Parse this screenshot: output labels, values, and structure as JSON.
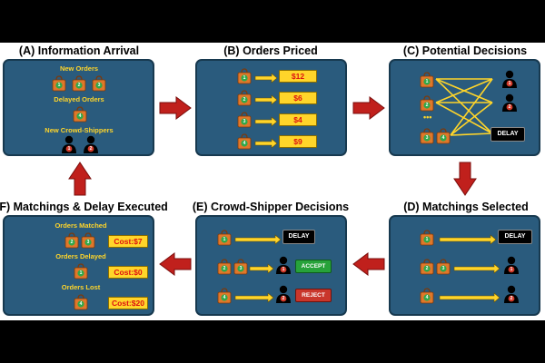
{
  "panels": {
    "a": {
      "title": "(A) Information Arrival",
      "new_orders_label": "New Orders",
      "new_orders_ids": [
        "1",
        "2",
        "3"
      ],
      "delayed_orders_label": "Delayed Orders",
      "delayed_orders_ids": [
        "4"
      ],
      "new_shippers_label": "New Crowd-Shippers",
      "new_shipper_ids": [
        "1",
        "2"
      ]
    },
    "b": {
      "title": "(B) Orders Priced",
      "rows": [
        {
          "order": "1",
          "price": "$12"
        },
        {
          "order": "2",
          "price": "$6"
        },
        {
          "order": "3",
          "price": "$4"
        },
        {
          "order": "4",
          "price": "$9"
        }
      ]
    },
    "c": {
      "title": "(C) Potential Decisions",
      "order_ids": [
        "1",
        "2"
      ],
      "ellipsis": "•••",
      "bundle_ids": [
        "3",
        "4"
      ],
      "shipper_ids": [
        "1",
        "2"
      ],
      "delay_label": "DELAY"
    },
    "d": {
      "title": "(D) Matchings Selected",
      "rows": [
        {
          "orders": [
            "1"
          ],
          "target": "DELAY"
        },
        {
          "orders": [
            "2",
            "3"
          ],
          "target": "shipper",
          "shipper": "1"
        },
        {
          "orders": [
            "4"
          ],
          "target": "shipper",
          "shipper": "2"
        }
      ]
    },
    "e": {
      "title": "(E) Crowd-Shipper Decisions",
      "rows": [
        {
          "orders": [
            "1"
          ],
          "result": "DELAY"
        },
        {
          "orders": [
            "2",
            "3"
          ],
          "shipper": "1",
          "result": "ACCEPT"
        },
        {
          "orders": [
            "4"
          ],
          "shipper": "2",
          "result": "REJECT"
        }
      ]
    },
    "f": {
      "title": "(F) Matchings & Delay Executed",
      "matched_label": "Orders Matched",
      "matched_ids": [
        "2",
        "3"
      ],
      "matched_cost": "Cost:$7",
      "delayed_label": "Orders Delayed",
      "delayed_ids": [
        "1"
      ],
      "delayed_cost": "Cost:$0",
      "lost_label": "Orders Lost",
      "lost_ids": [
        "4"
      ],
      "lost_cost": "Cost:$20"
    }
  },
  "colors": {
    "panel": "#2a5b7d",
    "bag": "#e0772a",
    "order_badge": "#2fa84a",
    "shipper_badge": "#d23a2a",
    "label": "#ffd52a",
    "flow_arrow": "#c0201c"
  }
}
